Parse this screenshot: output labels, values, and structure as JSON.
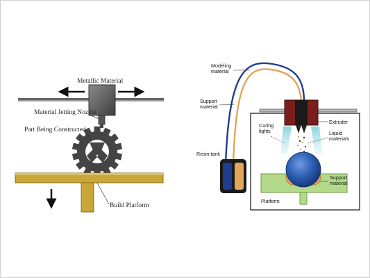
{
  "left_diagram": {
    "labels": {
      "metallic_material": "Metallic Material",
      "material_jetting_nozzle": "Material Jetting Nozzle",
      "part_being_constructed": "Part Being Constructed",
      "build_platform": "Build Platform"
    }
  },
  "right_diagram": {
    "labels": {
      "modeling_material_line1": "Modeling",
      "modeling_material_line2": "material",
      "support_material_line1": "Support",
      "support_material_line2": "material",
      "extruder": "Extruder",
      "curing_lights_line1": "Curing",
      "curing_lights_line2": "lights",
      "liquid_materials_line1": "Liquid",
      "liquid_materials_line2": "materials",
      "resin_tank": "Resin tank",
      "support_material_right_line1": "Support",
      "support_material_right_line2": "material",
      "platform": "Platform"
    }
  },
  "colors": {
    "modeling_line": "#1f3c8f",
    "support_line": "#e0a65a",
    "extruder_dark": "#7a1f1c",
    "platform_green": "#b3d98a",
    "build_platform_tan": "#c9a637",
    "sphere_blue": "#2d5fb5"
  }
}
